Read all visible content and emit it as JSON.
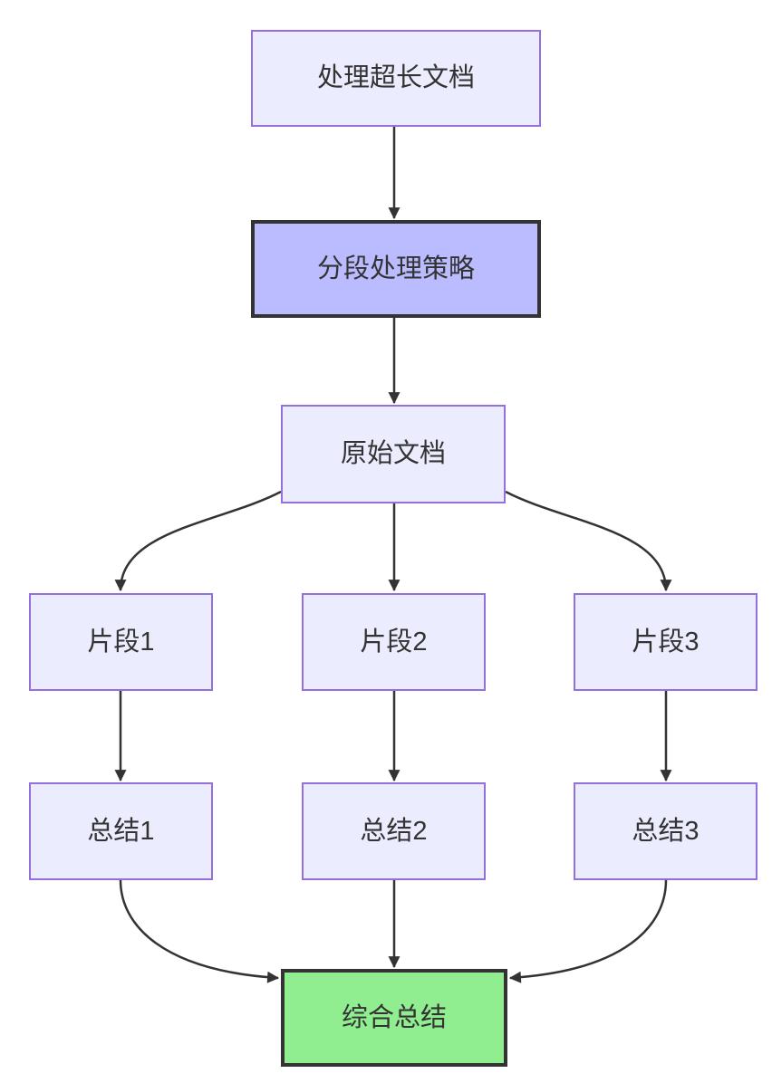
{
  "diagram": {
    "type": "flowchart-top-down",
    "nodes": [
      {
        "id": "doc",
        "label": "处理超长文档",
        "style": "default"
      },
      {
        "id": "strategy",
        "label": "分段处理策略",
        "style": "highlight"
      },
      {
        "id": "original",
        "label": "原始文档",
        "style": "default"
      },
      {
        "id": "frag1",
        "label": "片段1",
        "style": "default"
      },
      {
        "id": "frag2",
        "label": "片段2",
        "style": "default"
      },
      {
        "id": "frag3",
        "label": "片段3",
        "style": "default"
      },
      {
        "id": "sum1",
        "label": "总结1",
        "style": "default"
      },
      {
        "id": "sum2",
        "label": "总结2",
        "style": "default"
      },
      {
        "id": "sum3",
        "label": "总结3",
        "style": "default"
      },
      {
        "id": "final",
        "label": "综合总结",
        "style": "success"
      }
    ],
    "edges": [
      {
        "from": "处理超长文档",
        "to": "分段处理策略"
      },
      {
        "from": "分段处理策略",
        "to": "原始文档"
      },
      {
        "from": "原始文档",
        "to": "片段1"
      },
      {
        "from": "原始文档",
        "to": "片段2"
      },
      {
        "from": "原始文档",
        "to": "片段3"
      },
      {
        "from": "片段1",
        "to": "总结1"
      },
      {
        "from": "片段2",
        "to": "总结2"
      },
      {
        "from": "片段3",
        "to": "总结3"
      },
      {
        "from": "总结1",
        "to": "综合总结"
      },
      {
        "from": "总结2",
        "to": "综合总结"
      },
      {
        "from": "总结3",
        "to": "综合总结"
      }
    ]
  },
  "colors": {
    "background": "#ffffff",
    "node_fill": "#ECECFF",
    "node_border": "#9370DB",
    "highlight_fill": "#bbbbff",
    "highlight_border": "#333333",
    "success_fill": "#90EE90",
    "success_border": "#333333",
    "edge_color": "#333333",
    "text_color": "#333333"
  }
}
